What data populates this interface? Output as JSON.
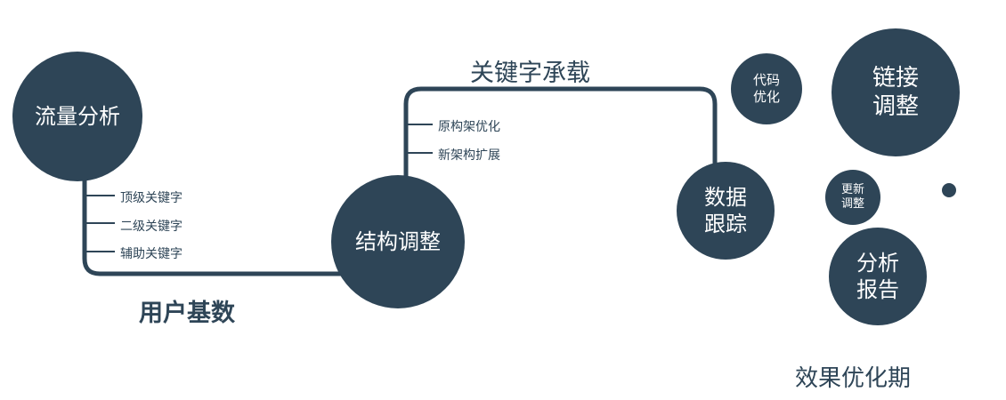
{
  "colors": {
    "primary": "#2e4557",
    "text_light": "#ffffff"
  },
  "nodes": {
    "traffic_analysis": {
      "label": "流量分析"
    },
    "structure_adjust": {
      "label": "结构调整"
    },
    "data_tracking": {
      "line1": "数据",
      "line2": "跟踪"
    },
    "code_optimization": {
      "line1": "代码",
      "line2": "优化"
    },
    "link_adjustment": {
      "line1": "链接",
      "line2": "调整"
    },
    "update_adjustment": {
      "line1": "更新",
      "line2": "调整"
    },
    "analysis_report": {
      "line1": "分析",
      "line2": "报告"
    }
  },
  "flow_labels": {
    "keyword_carrying": "关键字承载",
    "user_base": "用户基数"
  },
  "keyword_branches": [
    "顶级关键字",
    "二级关键字",
    "辅助关键字"
  ],
  "architecture_branches": [
    "原构架优化",
    "新架构扩展"
  ],
  "caption": "效果优化期"
}
